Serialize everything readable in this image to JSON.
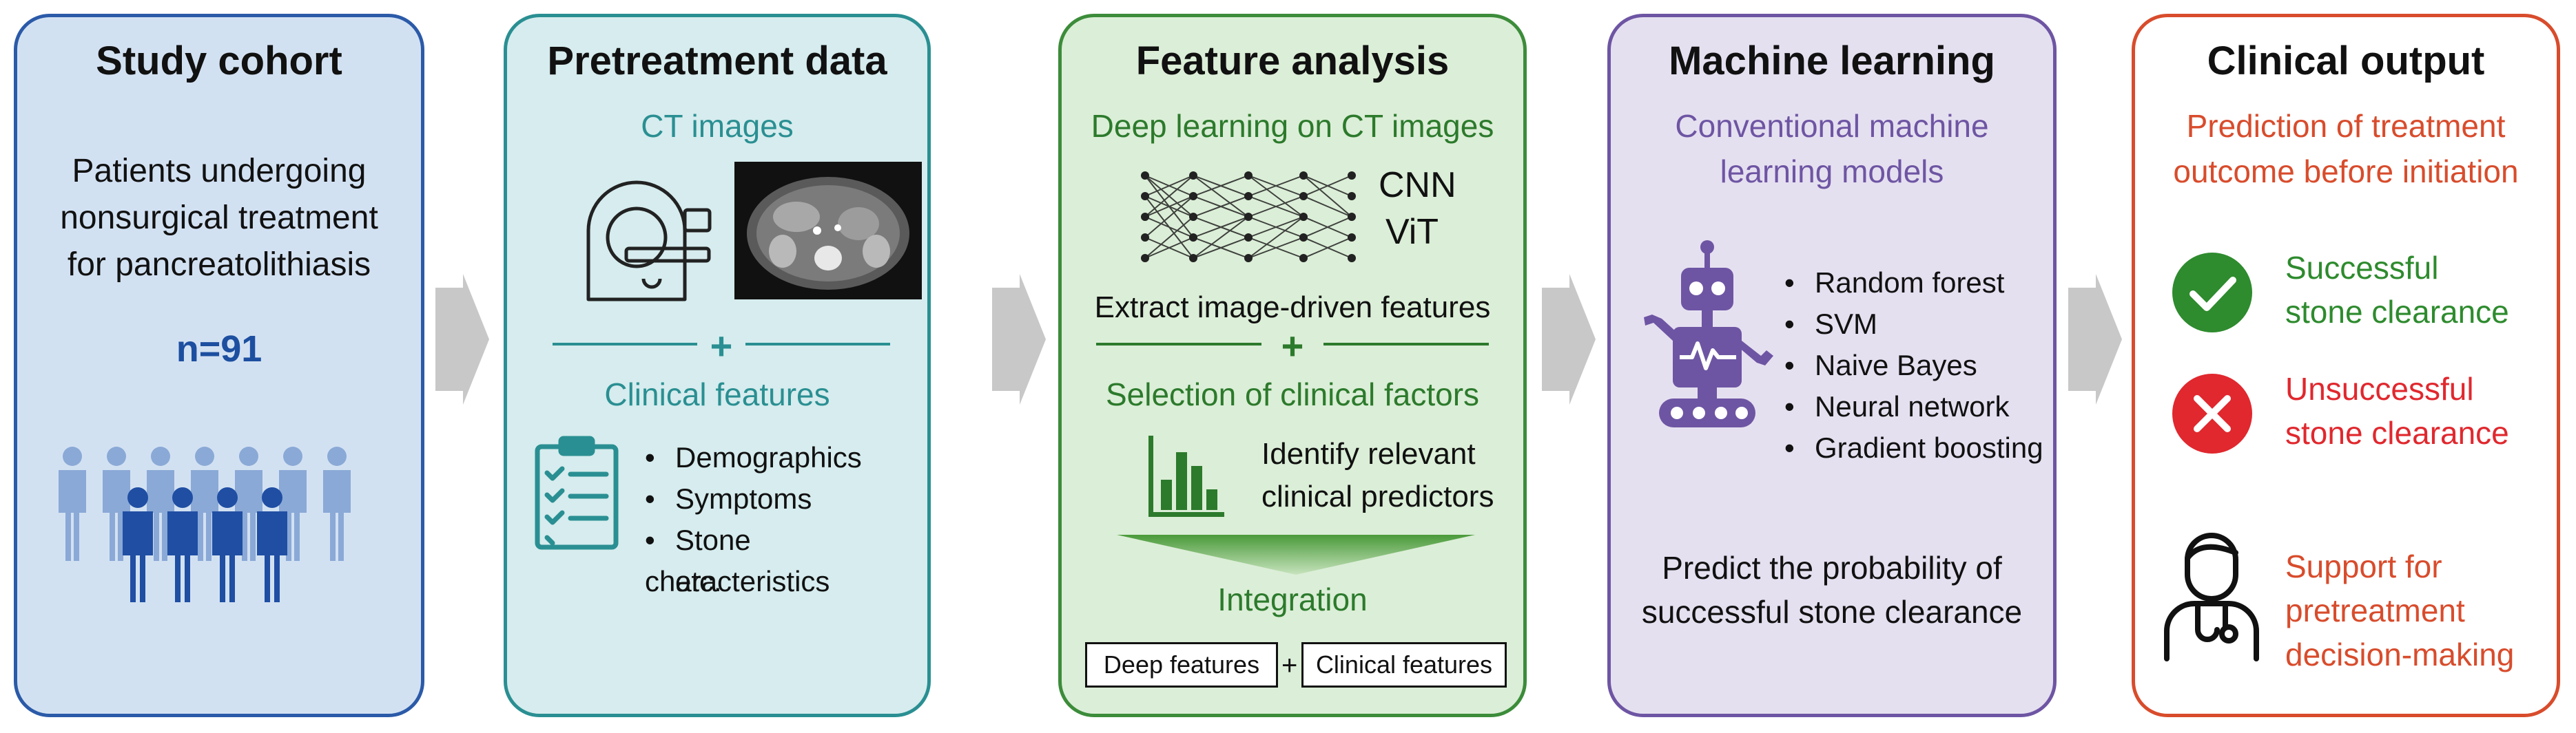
{
  "panels": {
    "cohort": {
      "title": "Study cohort",
      "line1": "Patients undergoing",
      "line2": "nonsurgical treatment",
      "line3": "for pancreatolithiasis",
      "n": "n=91"
    },
    "pretreatment": {
      "title": "Pretreatment data",
      "ct_label": "CT images",
      "plus": "+",
      "clinical_label": "Clinical features",
      "bullets": [
        "Demographics",
        "Symptoms",
        "Stone characteristics"
      ],
      "etc": "etc."
    },
    "feature": {
      "title": "Feature analysis",
      "dl_label": "Deep learning on CT images",
      "cnn": "CNN",
      "vit": "ViT",
      "extract": "Extract image-driven features",
      "plus": "+",
      "selection": "Selection of clinical factors",
      "identify_1": "Identify relevant",
      "identify_2": "clinical predictors",
      "integration": "Integration",
      "box_deep": "Deep features",
      "box_plus": "+",
      "box_clinical": "Clinical features"
    },
    "ml": {
      "title": "Machine learning",
      "subtitle_1": "Conventional machine",
      "subtitle_2": "learning models",
      "models": [
        "Random forest",
        "SVM",
        "Naive Bayes",
        "Neural network",
        "Gradient boosting"
      ],
      "predict_1": "Predict the probability of",
      "predict_2": "successful stone clearance"
    },
    "output": {
      "title": "Clinical output",
      "subtitle_1": "Prediction of treatment",
      "subtitle_2": "outcome before initiation",
      "success_1": "Successful",
      "success_2": "stone clearance",
      "fail_1": "Unsuccessful",
      "fail_2": "stone clearance",
      "support_1": "Support for",
      "support_2": "pretreatment",
      "support_3": "decision-making"
    }
  },
  "colors": {
    "cohort": "#2b5aa8",
    "pretreatment": "#2a8f92",
    "feature": "#3c8c3a",
    "ml": "#6e55a3",
    "output": "#d84c2c",
    "success": "#2e8b2e",
    "fail": "#e0282e",
    "arrow": "#c8c8c8"
  },
  "icons": [
    "people-icon",
    "ct-scanner-icon",
    "ct-scan-image",
    "clipboard-checklist-icon",
    "neural-network-icon",
    "bar-chart-icon",
    "funnel-arrow-icon",
    "robot-icon",
    "check-circle-icon",
    "x-circle-icon",
    "doctor-icon",
    "flow-arrow-icon"
  ]
}
